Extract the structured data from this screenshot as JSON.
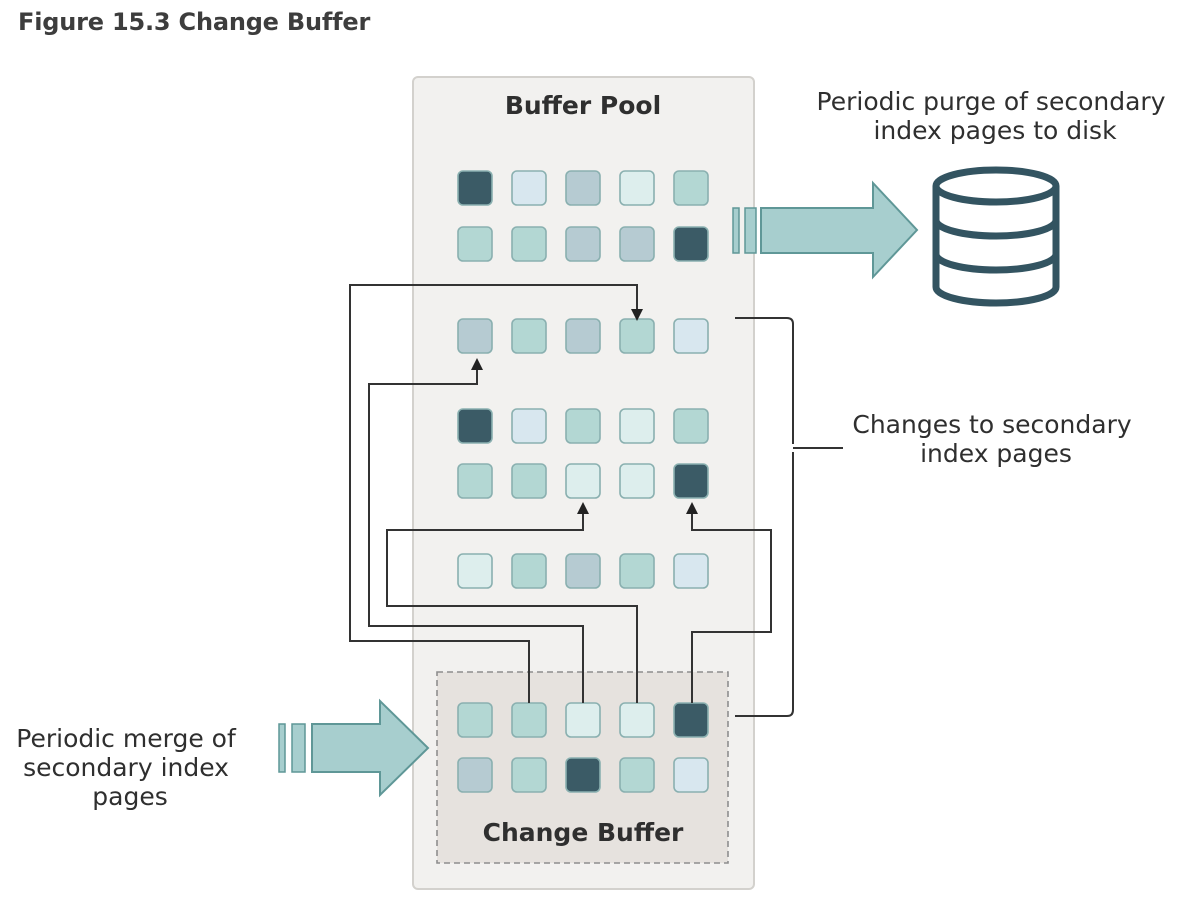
{
  "figure": {
    "title": "Figure 15.3 Change Buffer"
  },
  "buffer_pool": {
    "label": "Buffer Pool"
  },
  "change_buffer": {
    "label": "Change Buffer"
  },
  "annotations": {
    "purge": [
      "Periodic purge of secondary",
      "index pages to disk"
    ],
    "changes": [
      "Changes to secondary",
      "index pages"
    ],
    "merge": [
      "Periodic merge of",
      "secondary index",
      "pages"
    ]
  },
  "colors": {
    "dark": "#3b5b66",
    "teal": "#b3d7d3",
    "gray_blue": "#b6cbd2",
    "light_blue": "#d8e7ef",
    "light_mint": "#ddeeed",
    "pool_bg": "#f2f1ef",
    "change_buffer_bg": "#e6e2de"
  },
  "pages": {
    "pool_rows": [
      [
        "dark",
        "light_blue",
        "gray_blue",
        "light_mint",
        "teal"
      ],
      [
        "teal",
        "teal",
        "gray_blue",
        "gray_blue",
        "dark"
      ],
      [
        "gray_blue",
        "teal",
        "gray_blue",
        "teal",
        "light_blue"
      ],
      [
        "dark",
        "light_blue",
        "teal",
        "light_mint",
        "teal"
      ],
      [
        "teal",
        "teal",
        "light_mint",
        "light_mint",
        "dark"
      ],
      [
        "light_mint",
        "teal",
        "gray_blue",
        "teal",
        "light_blue"
      ]
    ],
    "change_buffer_rows": [
      [
        "teal",
        "teal",
        "light_mint",
        "light_mint",
        "dark"
      ],
      [
        "gray_blue",
        "teal",
        "dark",
        "teal",
        "light_blue"
      ]
    ]
  }
}
